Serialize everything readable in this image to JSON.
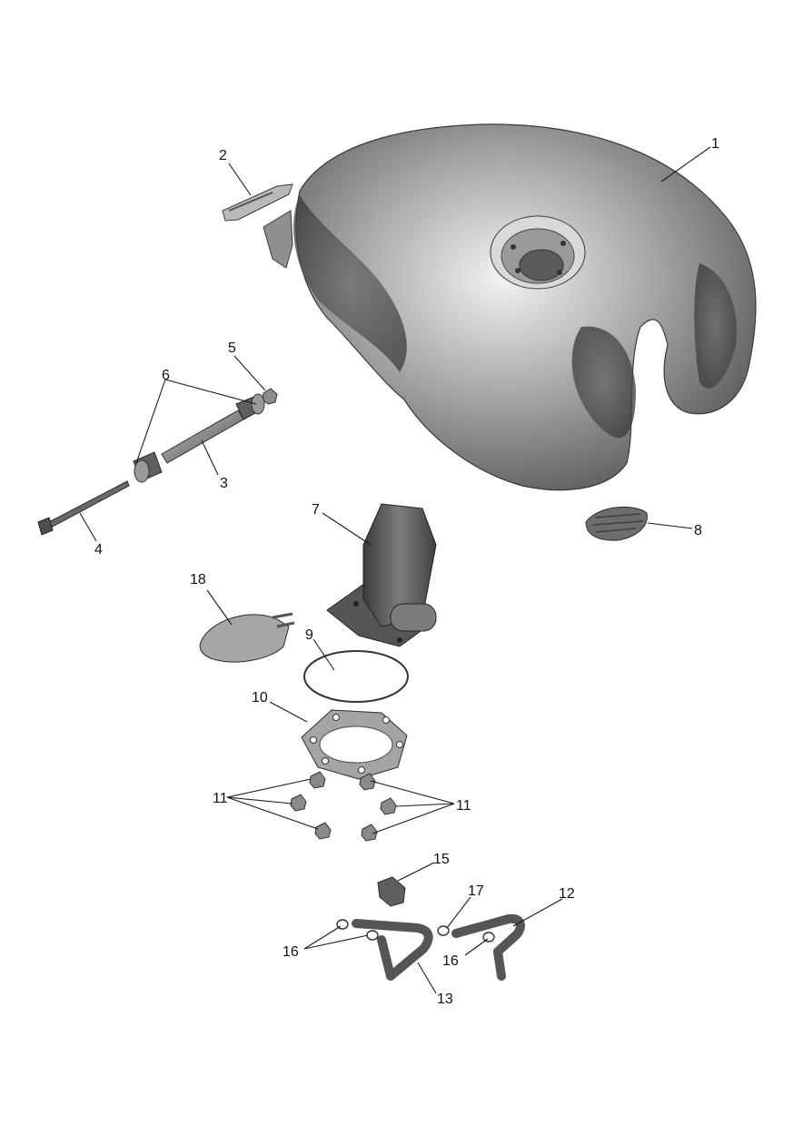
{
  "callouts": {
    "c1": "1",
    "c2": "2",
    "c3": "3",
    "c4": "4",
    "c5": "5",
    "c6": "6",
    "c7": "7",
    "c8": "8",
    "c9": "9",
    "c10": "10",
    "c11a": "11",
    "c11b": "11",
    "c12": "12",
    "c13": "13",
    "c15": "15",
    "c16a": "16",
    "c16b": "16",
    "c17": "17",
    "c18": "18"
  },
  "colors": {
    "tank": "#8c8c8c",
    "part": "#6a6a6a",
    "line": "#1a1a1a"
  }
}
